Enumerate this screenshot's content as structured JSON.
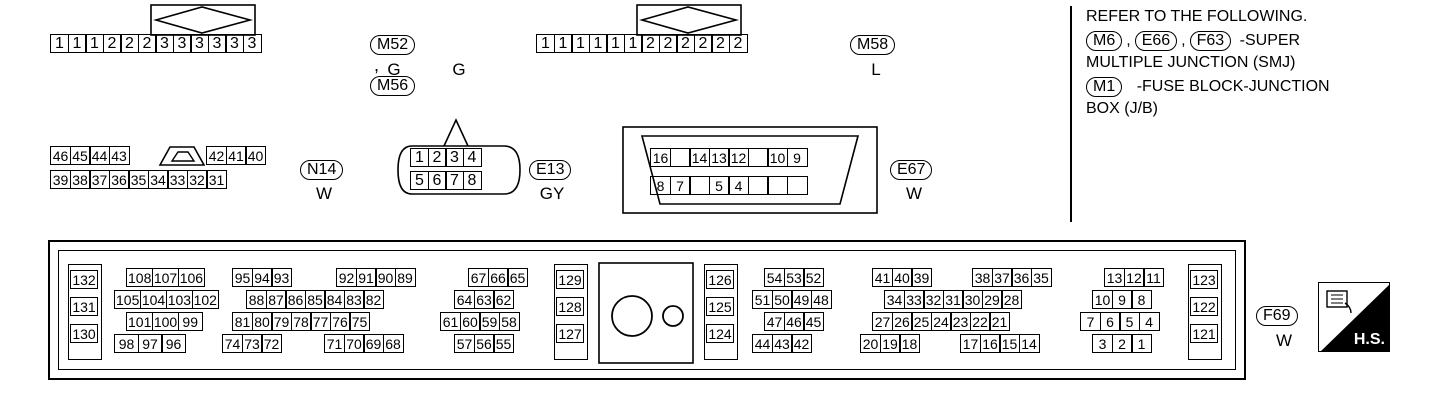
{
  "conn_m52": {
    "pins": [
      "1",
      "1",
      "1",
      "2",
      "2",
      "2",
      "3",
      "3",
      "3",
      "3",
      "3",
      "3"
    ],
    "badges": [
      "M52",
      "M56"
    ],
    "sep": ",",
    "colors": [
      "G",
      "G"
    ]
  },
  "conn_m58": {
    "pins": [
      "1",
      "1",
      "1",
      "1",
      "1",
      "1",
      "2",
      "2",
      "2",
      "2",
      "2",
      "2"
    ],
    "badge": "M58",
    "color": "L"
  },
  "conn_n14": {
    "top": [
      "46",
      "45",
      "44",
      "43",
      "42",
      "41",
      "40"
    ],
    "bottom": [
      "39",
      "38",
      "37",
      "36",
      "35",
      "34",
      "33",
      "32",
      "31"
    ],
    "badge": "N14",
    "color": "W"
  },
  "conn_e13": {
    "top": [
      "1",
      "2",
      "3",
      "4"
    ],
    "bottom": [
      "5",
      "6",
      "7",
      "8"
    ],
    "badge": "E13",
    "color": "GY"
  },
  "conn_e67": {
    "top": [
      "16",
      "",
      "14",
      "13",
      "12",
      "",
      "10",
      "9"
    ],
    "bottom": [
      "8",
      "7",
      "",
      "5",
      "4",
      "",
      "",
      ""
    ],
    "badge": "E67",
    "color": "W"
  },
  "notes": {
    "line1": "REFER TO THE FOLLOWING.",
    "b1": "M6",
    "b2": "E66",
    "b3": "F63",
    "sep": ",",
    "super": "-SUPER",
    "line2": "MULTIPLE JUNCTION (SMJ)",
    "b4": "M1",
    "fuse": "-FUSE BLOCK-JUNCTION",
    "line3": "BOX (J/B)"
  },
  "conn_f69": {
    "badge": "F69",
    "color": "W",
    "hs": "H.S.",
    "g1": [
      "132",
      "131",
      "130"
    ],
    "g2": {
      "r1": [
        "108",
        "107",
        "106"
      ],
      "r2": [
        "105",
        "104",
        "103",
        "102"
      ],
      "r3": [
        "101",
        "100",
        "99"
      ],
      "r4": [
        "98",
        "97",
        "96"
      ]
    },
    "g3": {
      "r1": [
        "95",
        "94",
        "93"
      ],
      "r1b": [
        "92",
        "91",
        "90",
        "89"
      ],
      "r2": [
        "88",
        "87",
        "86",
        "85",
        "84",
        "83",
        "82"
      ],
      "r3": [
        "81",
        "80",
        "79",
        "78",
        "77",
        "76",
        "75"
      ],
      "r4": [
        "74",
        "73",
        "72"
      ],
      "r4b": [
        "71",
        "70",
        "69",
        "68"
      ]
    },
    "g4": {
      "r1": [
        "67",
        "66",
        "65"
      ],
      "r2": [
        "64",
        "63",
        "62"
      ],
      "r3": [
        "61",
        "60",
        "59",
        "58"
      ],
      "r4": [
        "57",
        "56",
        "55"
      ]
    },
    "g5": [
      "129",
      "128",
      "127"
    ],
    "g6": [
      "126",
      "125",
      "124"
    ],
    "g7": {
      "r1": [
        "54",
        "53",
        "52"
      ],
      "r2": [
        "51",
        "50",
        "49",
        "48"
      ],
      "r3": [
        "47",
        "46",
        "45"
      ],
      "r4": [
        "44",
        "43",
        "42"
      ]
    },
    "g8": {
      "r1": [
        "41",
        "40",
        "39"
      ],
      "r1b": [
        "38",
        "37",
        "36",
        "35"
      ],
      "r2": [
        "34",
        "33",
        "32",
        "31",
        "30",
        "29",
        "28"
      ],
      "r3": [
        "27",
        "26",
        "25",
        "24",
        "23",
        "22",
        "21"
      ],
      "r4": [
        "20",
        "19",
        "18"
      ],
      "r4b": [
        "17",
        "16",
        "15",
        "14"
      ]
    },
    "g9": {
      "r1": [
        "13",
        "12",
        "11"
      ],
      "r2": [
        "10",
        "9",
        "8"
      ],
      "r3": [
        "7",
        "6",
        "5",
        "4"
      ],
      "r4": [
        "3",
        "2",
        "1"
      ]
    },
    "g10": [
      "123",
      "122",
      "121"
    ]
  }
}
